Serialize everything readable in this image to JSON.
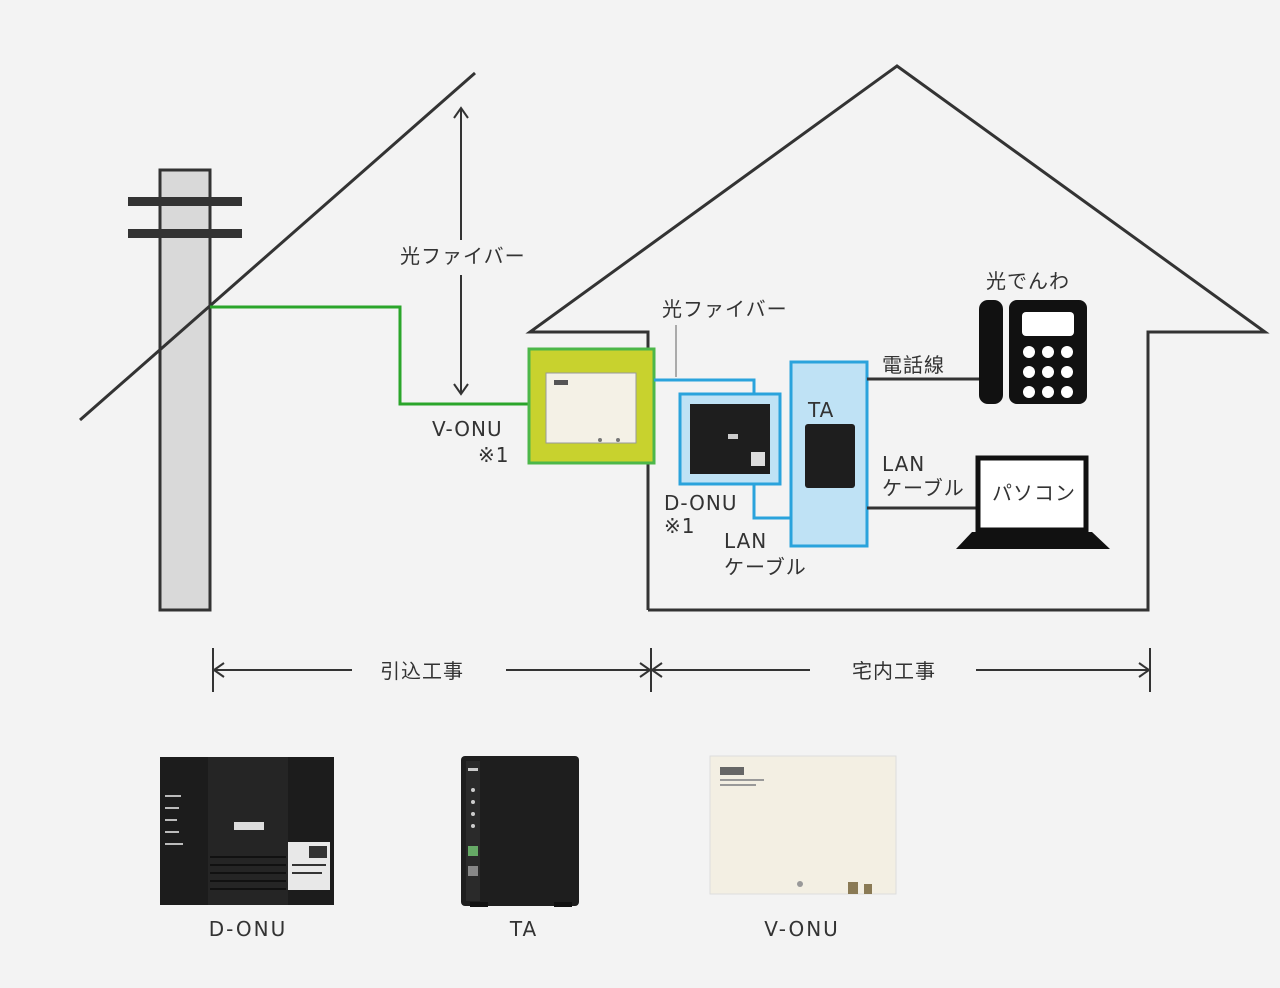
{
  "labels": {
    "fiber_outside": "光ファイバー",
    "fiber_inside": "光ファイバー",
    "v_onu_label": "V-ONU",
    "v_onu_note": "※1",
    "d_onu_label": "D-ONU",
    "d_onu_note": "※1",
    "lan_cable_lower_1": "LAN",
    "lan_cable_lower_2": "ケーブル",
    "ta_label": "TA",
    "hikari_denwa": "光でんわ",
    "phone_line": "電話線",
    "lan_cable_right_1": "LAN",
    "lan_cable_right_2": "ケーブル",
    "pc_label": "パソコン",
    "drop_work": "引込工事",
    "indoor_work": "宅内工事"
  },
  "products": [
    {
      "caption": "D-ONU"
    },
    {
      "caption": "TA"
    },
    {
      "caption": "V-ONU"
    }
  ],
  "colors": {
    "green_fiber": "#2aa52a",
    "v_onu_fill": "#c8d22e",
    "v_onu_border": "#4cb749",
    "blue_fill": "#bfe2f5",
    "blue_border": "#2aa3dc",
    "line": "#333333"
  }
}
